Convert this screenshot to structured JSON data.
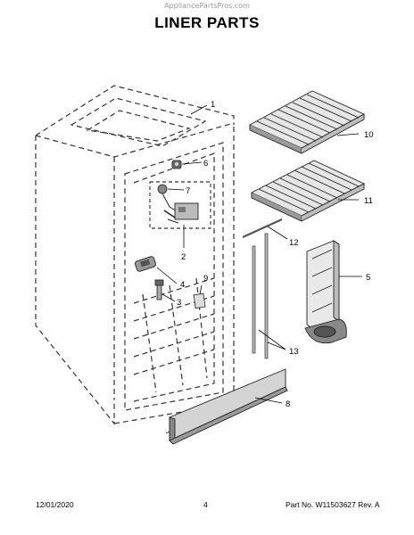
{
  "watermark": "AppliancePartsPros.com",
  "title": "LINER PARTS",
  "callouts": {
    "c1": "1",
    "c2": "2",
    "c3": "3",
    "c4": "4",
    "c5": "5",
    "c6": "6",
    "c7": "7",
    "c8": "8",
    "c9": "9",
    "c10": "10",
    "c11": "11",
    "c12": "12",
    "c13": "13"
  },
  "footer": {
    "date": "12/01/2020",
    "page": "4",
    "part_number": "Part No. W11503627  Rev. A"
  }
}
